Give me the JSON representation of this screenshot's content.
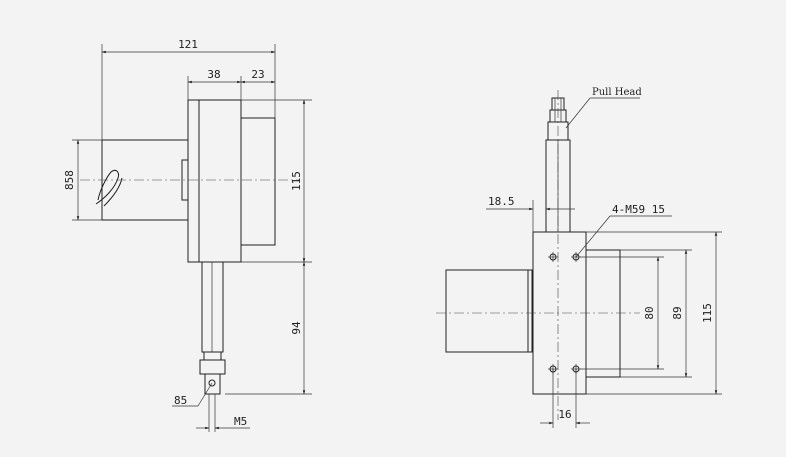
{
  "left_view": {
    "dim_width_total": "121",
    "dim_body": "38",
    "dim_cover": "23",
    "dim_height": "115",
    "dim_left_height": "858",
    "dim_rod_length": "94",
    "dim_head": "85",
    "dim_thread": "M5"
  },
  "right_view": {
    "label_pull_head": "Pull Head",
    "dim_offset": "18.5",
    "dim_holes": "4-M59 15",
    "dim_80": "80",
    "dim_89": "89",
    "dim_115": "115",
    "dim_16": "16"
  },
  "colors": {
    "background": "#f3f3f4",
    "line": "#222222"
  }
}
